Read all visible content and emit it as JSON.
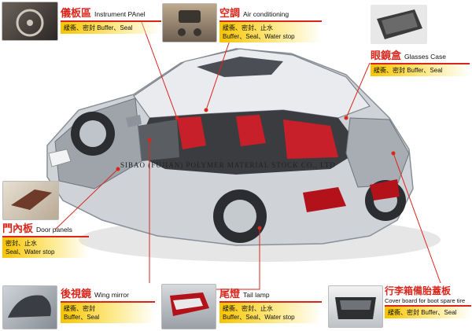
{
  "watermark": "SIBAO (FUJIAN) POLYMER MATERIAL STOCK CO., LTD",
  "labels": {
    "instrument_panel": {
      "zh": "儀板區",
      "en": "Instrument PAnel",
      "line1": "緩衝、密封  Buffer、Seal",
      "line2": ""
    },
    "air_conditioning": {
      "zh": "空調",
      "en": "Air conditioning",
      "line1": "緩衝、密封、止水",
      "line2": "Buffer、Seal、Water stop"
    },
    "glasses_case": {
      "zh": "眼鏡盒",
      "en": "Glasses Case",
      "line1": "緩衝、密封  Buffer、Seal",
      "line2": ""
    },
    "door_panels": {
      "zh": "門內板",
      "en": "Door panels",
      "line1": "密封、止水",
      "line2": "Seal、Water stop"
    },
    "wing_mirror": {
      "zh": "後視鏡",
      "en": "Wing mirror",
      "line1": "緩衝、密封",
      "line2": "Buffer、Seal"
    },
    "tail_lamp": {
      "zh": "尾燈",
      "en": "Tail lamp",
      "line1": "緩衝、密封、止水",
      "line2": "Buffer、Seal、Water stop"
    },
    "boot_cover": {
      "zh": "行李箱備胎蓋板",
      "en": "Cover board for boot spare tire",
      "line1": "緩衝、密封  Buffer、Seal",
      "line2": ""
    }
  },
  "colors": {
    "accent": "#d9261c",
    "bar": "#f7c400"
  }
}
